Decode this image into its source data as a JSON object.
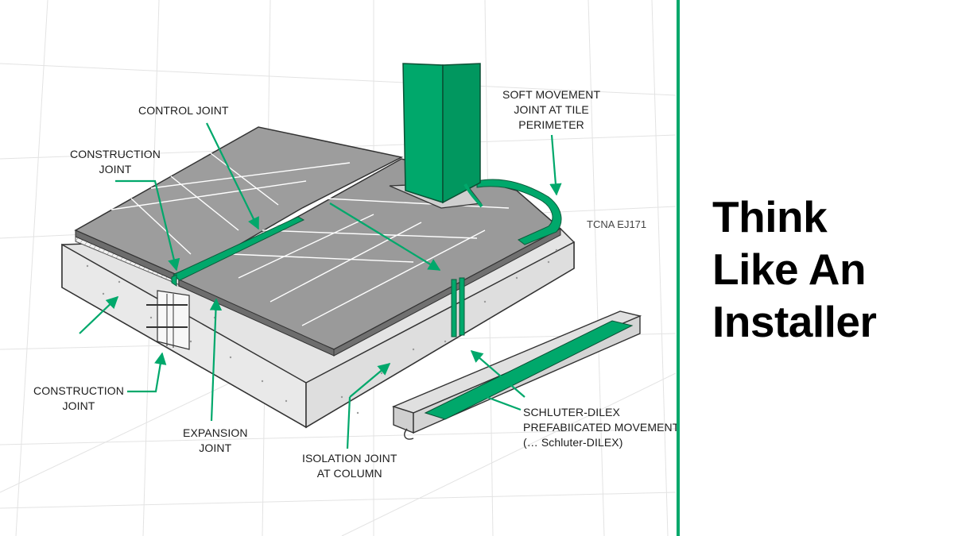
{
  "colors": {
    "accent": "#00a86b",
    "tile": "#9a9a9a",
    "concrete": "#e3e3e3",
    "ink": "#1c1c1c"
  },
  "labels": {
    "control_joint": "CONTROL JOINT",
    "construction_joint_top": "CONSTRUCTION\nJOINT",
    "construction_joint_bottom": "CONSTRUCTION\nJOINT",
    "expansion_joint": "EXPANSION\nJOINT",
    "isolation_joint": "ISOLATION JOINT\nAT COLUMN",
    "soft_movement_joint": "SOFT MOVEMENT\nJOINT AT TILE\nPERIMETER",
    "schluter_dilex": "SCHLUTER-DILEX\nPREFABIICATED MOVEMENT\n(… Schluter-DILEX)"
  },
  "code_ref": "TCNA EJ171",
  "headline": {
    "line1": "Think",
    "line2": "Like An",
    "line3": "Installer"
  }
}
